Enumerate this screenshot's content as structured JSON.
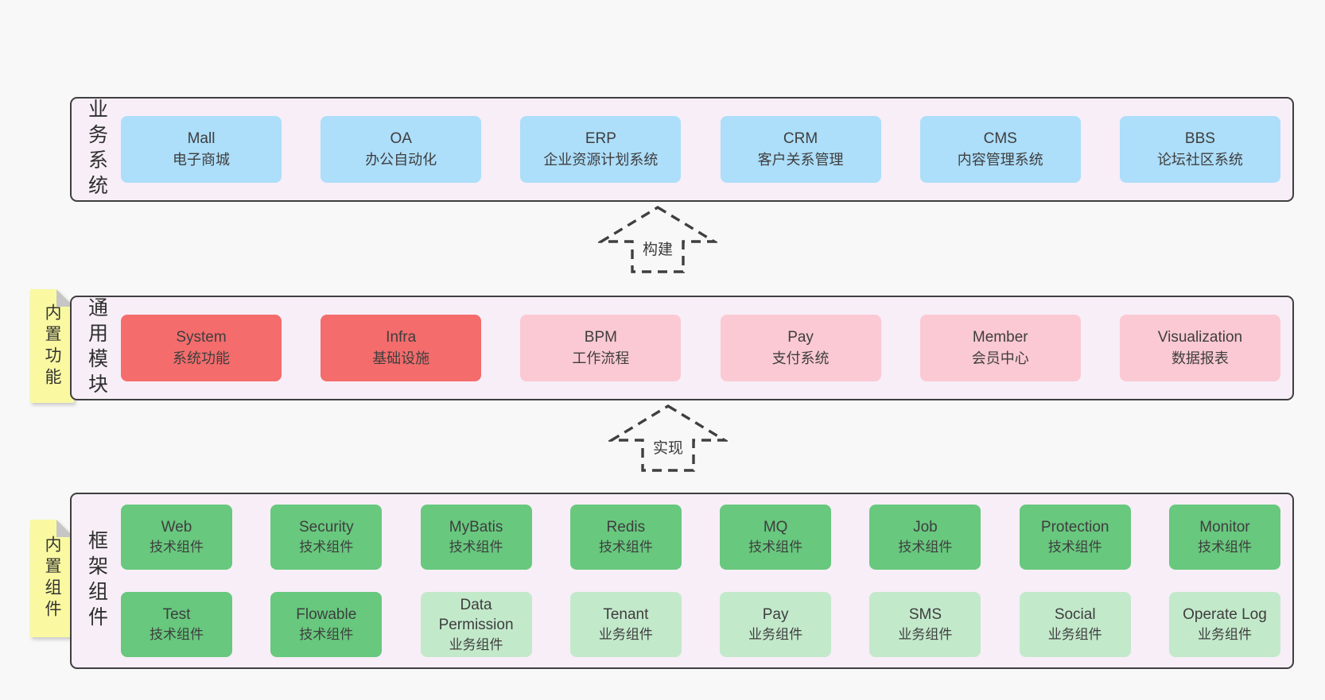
{
  "palette": {
    "page_bg": "#F8F8F8",
    "container_bg": "#F7EEF7",
    "container_border": "#3F3F3F",
    "text": "#3E3E3E",
    "blue": "#ADDEFA",
    "red": "#F46C6C",
    "pink": "#FBC9D3",
    "green_dark": "#68C87E",
    "green_light": "#C3E9CB",
    "sticky_yellow": "#FAF9A2",
    "sticky_fold": "#C6C6C6"
  },
  "business": {
    "label": "业务系统",
    "boxes": [
      {
        "name": "Mall",
        "subtitle": "电子商城",
        "variant": "blue"
      },
      {
        "name": "OA",
        "subtitle": "办公自动化",
        "variant": "blue"
      },
      {
        "name": "ERP",
        "subtitle": "企业资源计划系统",
        "variant": "blue"
      },
      {
        "name": "CRM",
        "subtitle": "客户关系管理",
        "variant": "blue"
      },
      {
        "name": "CMS",
        "subtitle": "内容管理系统",
        "variant": "blue"
      },
      {
        "name": "BBS",
        "subtitle": "论坛社区系统",
        "variant": "blue"
      }
    ]
  },
  "arrows": {
    "build": "构建",
    "implement": "实现"
  },
  "modules": {
    "label": "通用模块",
    "sticky": "内置功能",
    "boxes": [
      {
        "name": "System",
        "subtitle": "系统功能",
        "variant": "red"
      },
      {
        "name": "Infra",
        "subtitle": "基础设施",
        "variant": "red"
      },
      {
        "name": "BPM",
        "subtitle": "工作流程",
        "variant": "pink"
      },
      {
        "name": "Pay",
        "subtitle": "支付系统",
        "variant": "pink"
      },
      {
        "name": "Member",
        "subtitle": "会员中心",
        "variant": "pink"
      },
      {
        "name": "Visualization",
        "subtitle": "数据报表",
        "variant": "pink"
      }
    ]
  },
  "framework": {
    "label": "框架组件",
    "sticky": "内置组件",
    "rows": [
      [
        {
          "name": "Web",
          "subtitle": "技术组件",
          "variant": "green-dark"
        },
        {
          "name": "Security",
          "subtitle": "技术组件",
          "variant": "green-dark"
        },
        {
          "name": "MyBatis",
          "subtitle": "技术组件",
          "variant": "green-dark"
        },
        {
          "name": "Redis",
          "subtitle": "技术组件",
          "variant": "green-dark"
        },
        {
          "name": "MQ",
          "subtitle": "技术组件",
          "variant": "green-dark"
        },
        {
          "name": "Job",
          "subtitle": "技术组件",
          "variant": "green-dark"
        },
        {
          "name": "Protection",
          "subtitle": "技术组件",
          "variant": "green-dark"
        },
        {
          "name": "Monitor",
          "subtitle": "技术组件",
          "variant": "green-dark"
        }
      ],
      [
        {
          "name": "Test",
          "subtitle": "技术组件",
          "variant": "green-dark"
        },
        {
          "name": "Flowable",
          "subtitle": "技术组件",
          "variant": "green-dark"
        },
        {
          "name": "Data Permission",
          "subtitle": "业务组件",
          "variant": "green-light"
        },
        {
          "name": "Tenant",
          "subtitle": "业务组件",
          "variant": "green-light"
        },
        {
          "name": "Pay",
          "subtitle": "业务组件",
          "variant": "green-light"
        },
        {
          "name": "SMS",
          "subtitle": "业务组件",
          "variant": "green-light"
        },
        {
          "name": "Social",
          "subtitle": "业务组件",
          "variant": "green-light"
        },
        {
          "name": "Operate Log",
          "subtitle": "业务组件",
          "variant": "green-light"
        }
      ]
    ]
  }
}
